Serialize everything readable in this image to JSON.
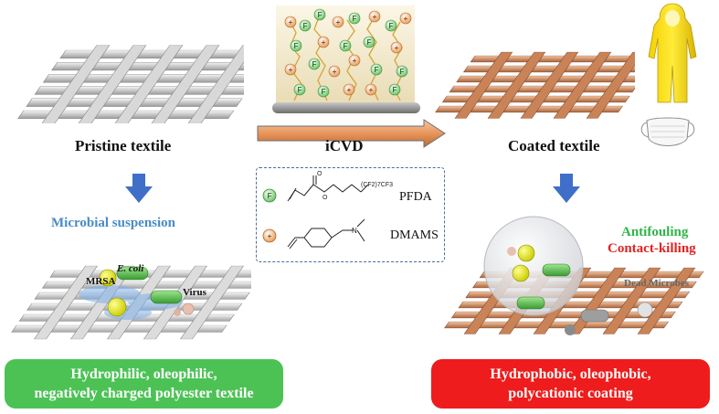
{
  "labels": {
    "pristine": "Pristine textile",
    "icvd": "iCVD",
    "coated": "Coated textile",
    "microbial": "Microbial suspension",
    "ecoli": "E. coli",
    "mrsa": "MRSA",
    "virus": "Virus",
    "antifouling": "Antifouling",
    "contact_killing": "Contact-killing",
    "dead_microbes": "Dead Microbes"
  },
  "legend": {
    "pfda": "PFDA",
    "dmams": "DMAMS",
    "f_symbol": "F",
    "plus_symbol": "+",
    "pfda_formula": "(CF2)7CF3"
  },
  "boxes": {
    "left_line1": "Hydrophilic, oleophilic,",
    "left_line2": "negatively charged polyester textile",
    "right_line1": "Hydrophobic, oleophobic,",
    "right_line2": "polycationic coating"
  },
  "colors": {
    "green_box": "#4cc255",
    "red_box": "#ee1c1c",
    "arrow_blue": "#3f6fc8",
    "copper": "#c9845a",
    "pfda_green": "#5ec15a",
    "dmams_orange": "#e8954b"
  }
}
